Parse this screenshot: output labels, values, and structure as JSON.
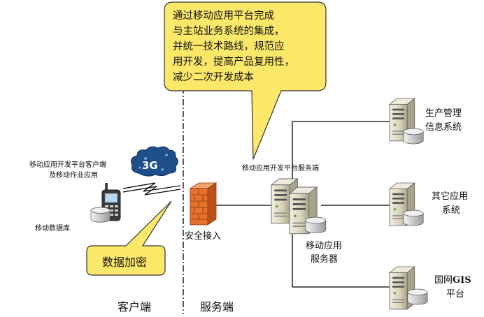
{
  "callout_main": {
    "lines": [
      "通过移动应用平台完成",
      "与主站业务系统的集成，",
      "并统一技术路线，规范应",
      "用开发，提高产品复用性，",
      "减少二次开发成本"
    ]
  },
  "callout_encrypt": {
    "label": "数据加密"
  },
  "client": {
    "platform_label_line1": "移动应用开发平台客户端",
    "platform_label_line2": "及移动作业应用",
    "network_label": "3G",
    "mobile_db_label": "移动数据库",
    "section_label": "客户端"
  },
  "server": {
    "section_label": "服务端",
    "security_label": "安全接入",
    "platform_server_label": "移动应用开发平台服务端",
    "app_server_line1": "移动应用",
    "app_server_line2": "服务器"
  },
  "systems": [
    {
      "line1": "生产管理",
      "line2": "信息系统"
    },
    {
      "line1": "其它应用",
      "line2": "系统"
    },
    {
      "line1_prefix": "国网",
      "line1_bold": "GIS",
      "line2": "平台"
    }
  ],
  "colors": {
    "callout_fill": "#fde86a",
    "callout_stroke": "#333333",
    "cloud_fill": "#1f4f8a",
    "firewall": "#e8702a",
    "server_body": "#d8d2b8",
    "disk": "#dcdcdc",
    "line": "#000000"
  }
}
